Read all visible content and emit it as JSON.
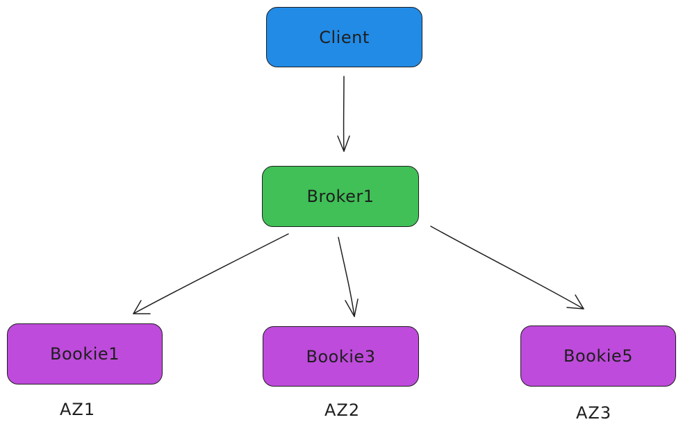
{
  "nodes": {
    "client": {
      "label": "Client",
      "color": "#228be6"
    },
    "broker": {
      "label": "Broker1",
      "color": "#40c057"
    },
    "bookie1": {
      "label": "Bookie1",
      "color": "#be4bdb"
    },
    "bookie3": {
      "label": "Bookie3",
      "color": "#be4bdb"
    },
    "bookie5": {
      "label": "Bookie5",
      "color": "#be4bdb"
    }
  },
  "zones": {
    "az1": "AZ1",
    "az2": "AZ2",
    "az3": "AZ3"
  },
  "edges": [
    {
      "from": "client",
      "to": "broker"
    },
    {
      "from": "broker",
      "to": "bookie1"
    },
    {
      "from": "broker",
      "to": "bookie3"
    },
    {
      "from": "broker",
      "to": "bookie5"
    }
  ]
}
